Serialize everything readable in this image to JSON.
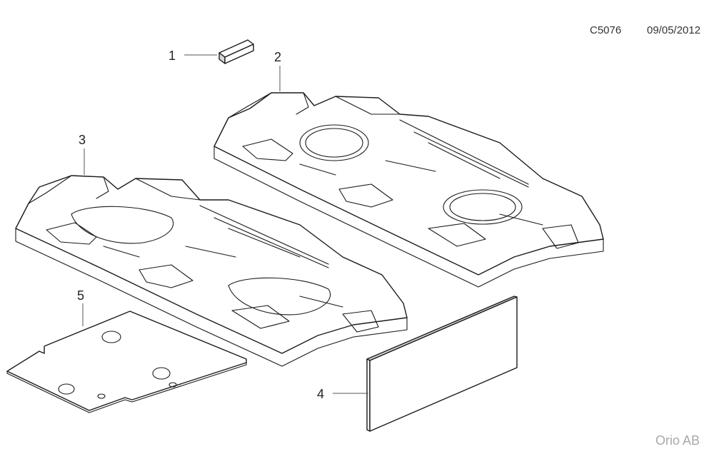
{
  "header": {
    "code": "C5076",
    "date": "09/05/2012"
  },
  "brand": "Orio AB",
  "callouts": [
    "1",
    "2",
    "3",
    "4",
    "5"
  ]
}
